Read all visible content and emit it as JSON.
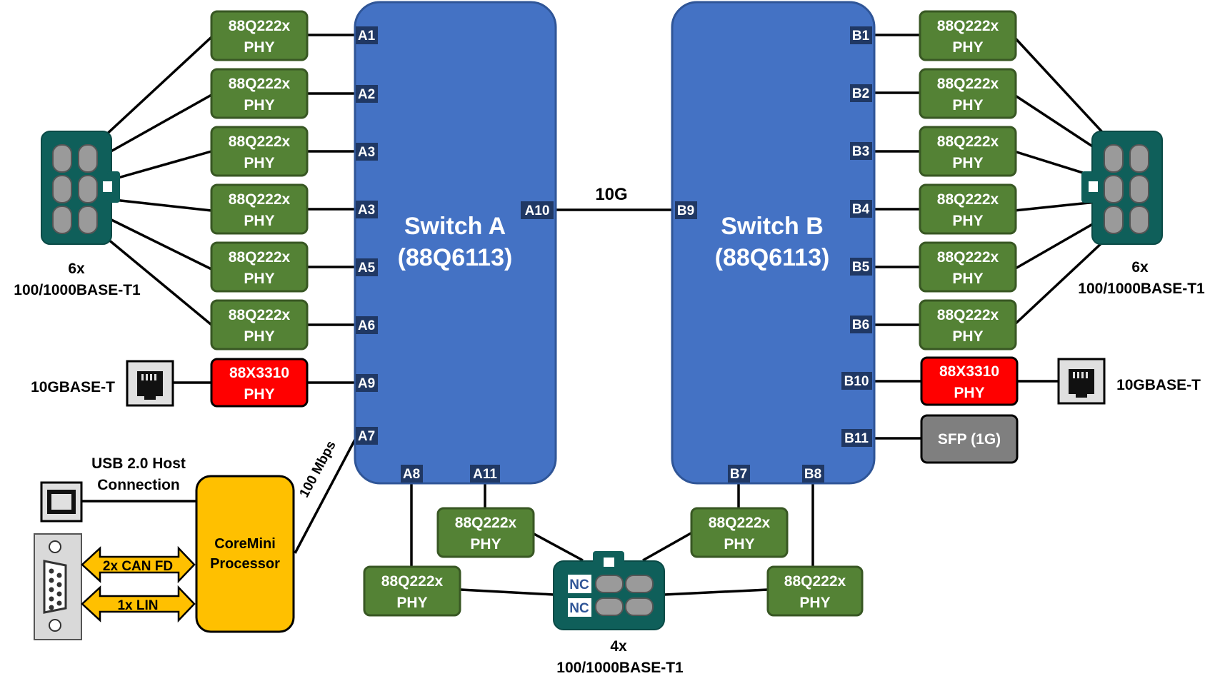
{
  "switch_a": {
    "line1": "Switch A",
    "line2": "(88Q6113)"
  },
  "switch_b": {
    "line1": "Switch B",
    "line2": "(88Q6113)"
  },
  "link_label": "10G",
  "phy": {
    "green_line1": "88Q222x",
    "red_line1": "88X3310",
    "line2": "PHY"
  },
  "sfp_label": "SFP (1G)",
  "ports": {
    "a1": "A1",
    "a2": "A2",
    "a3": "A3",
    "a3b": "A3",
    "a5": "A5",
    "a6": "A6",
    "a9": "A9",
    "a7": "A7",
    "a10": "A10",
    "a8": "A8",
    "a11": "A11",
    "b1": "B1",
    "b2": "B2",
    "b3": "B3",
    "b4": "B4",
    "b5": "B5",
    "b6": "B6",
    "b10": "B10",
    "b11": "B11",
    "b9": "B9",
    "b7": "B7",
    "b8": "B8"
  },
  "left_conn": {
    "count": "6x",
    "type": "100/1000BASE-T1"
  },
  "right_conn": {
    "count": "6x",
    "type": "100/1000BASE-T1"
  },
  "bottom_conn": {
    "count": "4x",
    "type": "100/1000BASE-T1",
    "nc": "NC"
  },
  "rj45_label": "10GBASE-T",
  "usb": {
    "line1": "USB 2.0 Host",
    "line2": "Connection"
  },
  "coremini": {
    "line1": "CoreMini",
    "line2": "Processor"
  },
  "can_label": "2x CAN FD",
  "lin_label": "1x LIN",
  "speed_100": "100 Mbps",
  "colors": {
    "switch_fill": "#4472c4",
    "switch_stroke": "#2f5597",
    "phy_green": "#548235",
    "phy_red": "#ff0000",
    "port_label": "#203864",
    "connector": "#0f5f5a",
    "coremini": "#ffc000",
    "arrow": "#ffc000",
    "sfp": "#7f7f7f"
  }
}
